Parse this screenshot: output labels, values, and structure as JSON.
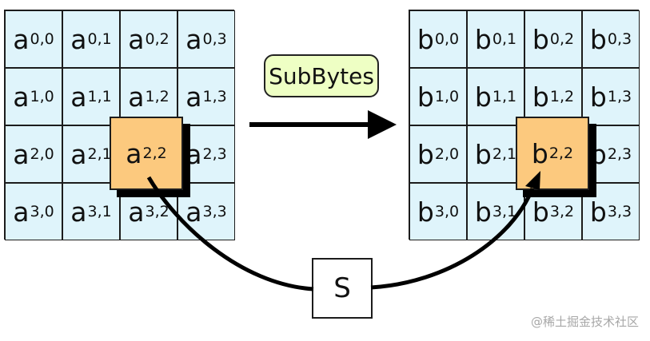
{
  "diagram": {
    "operation_label": "SubBytes",
    "sbox_label": "S",
    "input_state": {
      "letter": "a",
      "cells": [
        [
          "0,0",
          "0,1",
          "0,2",
          "0,3"
        ],
        [
          "1,0",
          "1,1",
          "1,2",
          "1,3"
        ],
        [
          "2,0",
          "2,1",
          "2,2",
          "2,3"
        ],
        [
          "3,0",
          "3,1",
          "3,2",
          "3,3"
        ]
      ],
      "highlighted": "2,2"
    },
    "output_state": {
      "letter": "b",
      "cells": [
        [
          "0,0",
          "0,1",
          "0,2",
          "0,3"
        ],
        [
          "1,0",
          "1,1",
          "1,2",
          "1,3"
        ],
        [
          "2,0",
          "2,1",
          "2,2",
          "2,3"
        ],
        [
          "3,0",
          "3,1",
          "3,2",
          "3,3"
        ]
      ],
      "highlighted": "2,2"
    }
  },
  "colors": {
    "cell_fill": "#dff4fb",
    "highlight_fill": "#fcc97e",
    "operation_fill": "#eeffc4",
    "line": "#000000"
  },
  "watermark": "@稀土掘金技术社区"
}
